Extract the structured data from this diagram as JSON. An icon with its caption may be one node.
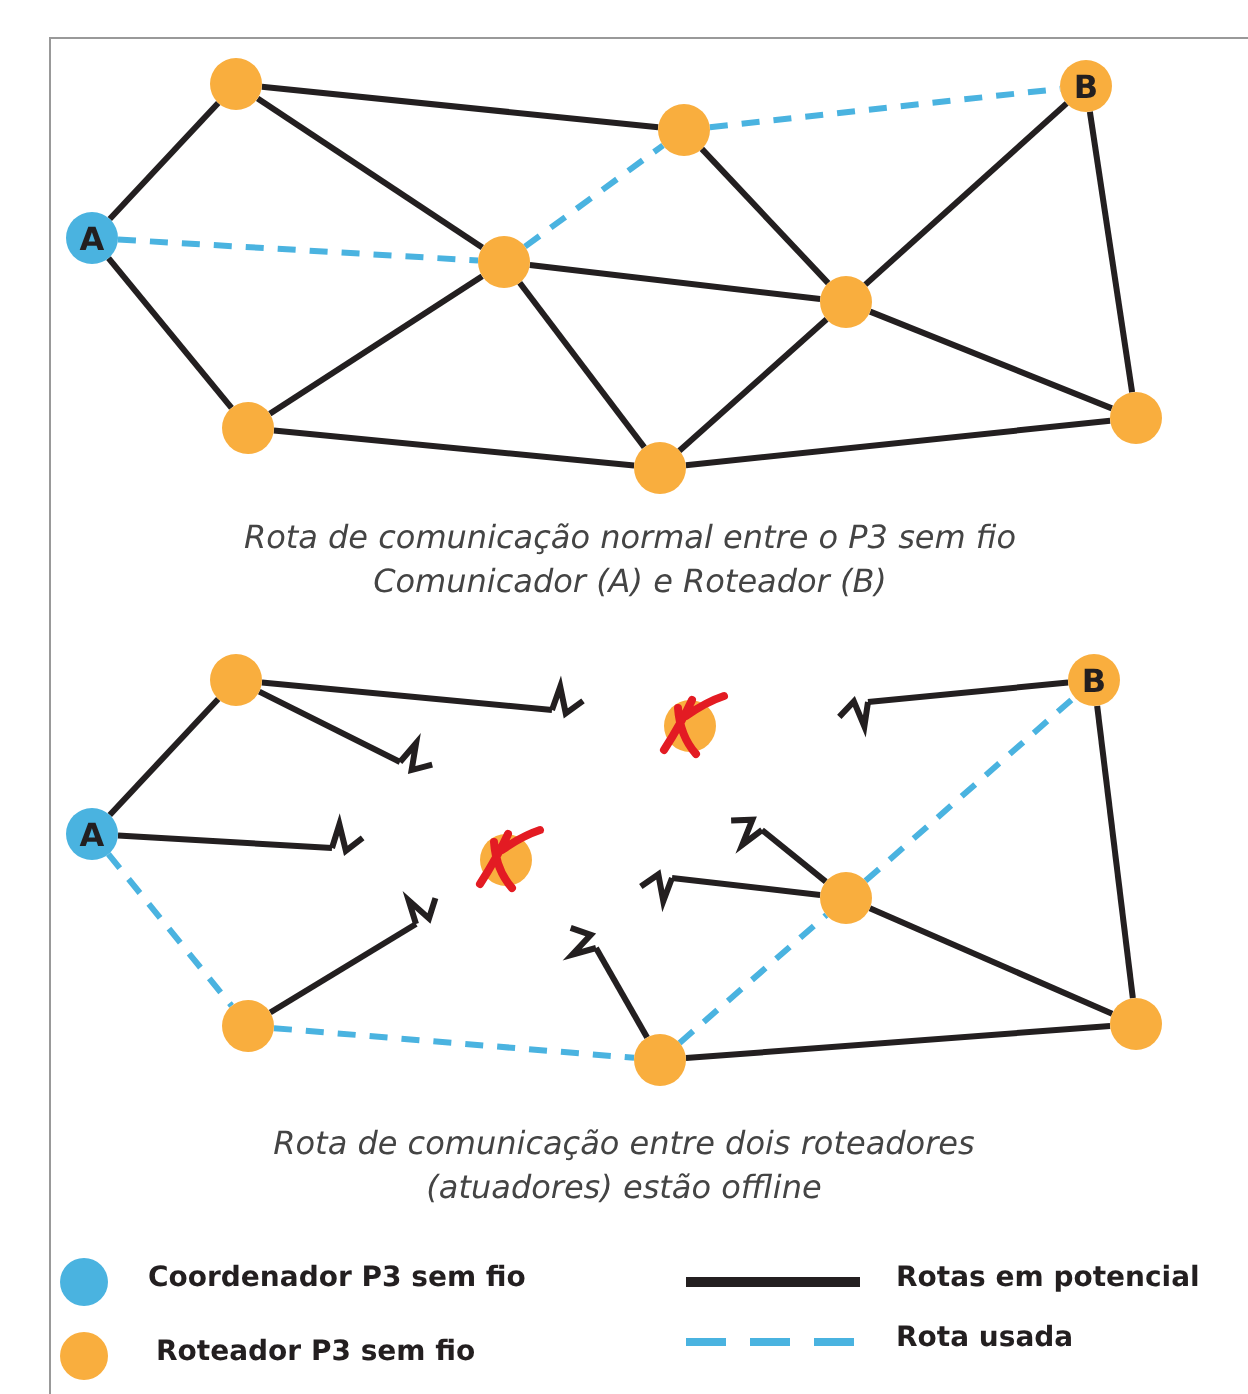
{
  "diagram": {
    "nodes": [
      {
        "text": [
          "A"
        ]
      },
      {
        "text": [],
        "shape": "circle"
      },
      {
        "text": [],
        "shape": "circle"
      },
      {
        "text": [
          "B"
        ]
      },
      {
        "text": [],
        "shape": "circle"
      },
      {
        "text": [],
        "shape": "circle"
      },
      {
        "text": [],
        "shape": "circle"
      },
      {
        "text": [],
        "shape": "circle"
      },
      {
        "text": [],
        "shape": "circle"
      },
      {
        "text": [
          "A"
        ]
      },
      {
        "text": [],
        "shape": "circle"
      },
      {
        "text": [],
        "shape": "circle"
      },
      {
        "text": [
          "B"
        ]
      },
      {
        "text": [],
        "shape": "circle"
      },
      {
        "text": [],
        "shape": "circle"
      },
      {
        "text": [],
        "shape": "circle"
      },
      {
        "text": [],
        "shape": "circle"
      },
      {
        "text": [],
        "shape": "circle"
      }
    ],
    "edges": [
      {
        "from": 0,
        "to": 1,
        "arrow": "none"
      },
      {
        "from": 0,
        "to": 6,
        "arrow": "none"
      },
      {
        "from": 0,
        "to": 4,
        "arrow": "none",
        "style": "dashed",
        "color": "#4ab3e0"
      },
      {
        "from": 1,
        "to": 2,
        "arrow": "none"
      },
      {
        "from": 1,
        "to": 4,
        "arrow": "none"
      },
      {
        "from": 4,
        "to": 2,
        "arrow": "none",
        "style": "dashed",
        "color": "#4ab3e0"
      },
      {
        "from": 2,
        "to": 3,
        "arrow": "none",
        "style": "dashed",
        "color": "#4ab3e0"
      },
      {
        "from": 2,
        "to": 5,
        "arrow": "none"
      },
      {
        "from": 4,
        "to": 5,
        "arrow": "none"
      },
      {
        "from": 4,
        "to": 6,
        "arrow": "none"
      },
      {
        "from": 4,
        "to": 7,
        "arrow": "none"
      },
      {
        "from": 5,
        "to": 3,
        "arrow": "none"
      },
      {
        "from": 5,
        "to": 7,
        "arrow": "none"
      },
      {
        "from": 5,
        "to": 8,
        "arrow": "none"
      },
      {
        "from": 6,
        "to": 7,
        "arrow": "none"
      },
      {
        "from": 7,
        "to": 8,
        "arrow": "none"
      },
      {
        "from": 3,
        "to": 8,
        "arrow": "none"
      },
      {
        "from": 9,
        "to": 10,
        "arrow": "none"
      },
      {
        "from": 9,
        "to": 15,
        "arrow": "none",
        "style": "dashed",
        "color": "#4ab3e0"
      },
      {
        "from": 15,
        "to": 16,
        "arrow": "none",
        "style": "dashed",
        "color": "#4ab3e0"
      },
      {
        "from": 16,
        "to": 14,
        "arrow": "none",
        "style": "dashed",
        "color": "#4ab3e0"
      },
      {
        "from": 14,
        "to": 12,
        "arrow": "none",
        "style": "dashed",
        "color": "#4ab3e0"
      },
      {
        "from": 12,
        "to": 17,
        "arrow": "none"
      },
      {
        "from": 14,
        "to": 17,
        "arrow": "none"
      },
      {
        "from": 16,
        "to": 17,
        "arrow": "none"
      },
      {
        "from": 10,
        "to": null,
        "arrow": "other"
      },
      {
        "from": 10,
        "to": null,
        "arrow": "other"
      },
      {
        "from": 9,
        "to": null,
        "arrow": "other"
      },
      {
        "from": 15,
        "to": null,
        "arrow": "other"
      },
      {
        "from": 16,
        "to": null,
        "arrow": "other"
      },
      {
        "from": 14,
        "to": null,
        "arrow": "other"
      },
      {
        "from": 14,
        "to": null,
        "arrow": "other"
      },
      {
        "from": 12,
        "to": null,
        "arrow": "other"
      }
    ],
    "labels": [
      "Rota de comunicação normal entre o P3 sem fio Comunicador (A) e Roteador (B)",
      "Rota de comunicação entre dois roteadores (atuadores) estão offline"
    ],
    "legend": [
      {
        "text": "Coordenador P3 sem fio",
        "color": "#4ab3e0"
      },
      {
        "text": "Rotas em potencial"
      },
      {
        "text": "Roteador P3 sem fio",
        "color": "#f9ae3e"
      },
      {
        "text": "Rota usada"
      }
    ]
  }
}
